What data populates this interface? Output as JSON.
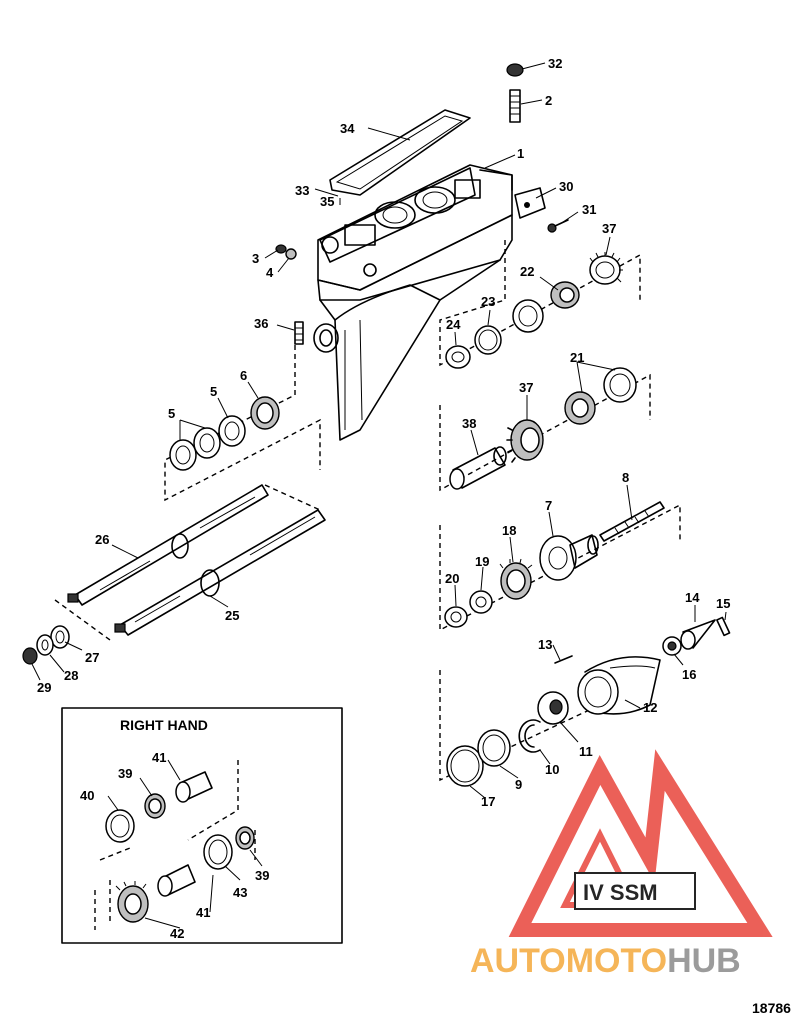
{
  "diagram": {
    "inset_title": "RIGHT HAND",
    "figure_number": "18786",
    "callouts": {
      "c1": "1",
      "c2": "2",
      "c3": "3",
      "c4": "4",
      "c5a": "5",
      "c5b": "5",
      "c6": "6",
      "c7": "7",
      "c8": "8",
      "c9": "9",
      "c10": "10",
      "c11": "11",
      "c12": "12",
      "c13": "13",
      "c14": "14",
      "c15": "15",
      "c16": "16",
      "c17": "17",
      "c18": "18",
      "c19": "19",
      "c20": "20",
      "c21": "21",
      "c22": "22",
      "c23": "23",
      "c24": "24",
      "c25": "25",
      "c26": "26",
      "c27": "27",
      "c28": "28",
      "c29": "29",
      "c30": "30",
      "c31": "31",
      "c32": "32",
      "c33": "33",
      "c34": "34",
      "c35": "35",
      "c36": "36",
      "c37a": "37",
      "c37b": "37",
      "c38": "38",
      "c39a": "39",
      "c39b": "39",
      "c40": "40",
      "c41a": "41",
      "c41b": "41",
      "c42": "42",
      "c43": "43"
    }
  },
  "watermark": {
    "badge": "IV SSM",
    "brand_part1": "AUTOMOTO",
    "brand_part2": "HUB",
    "colors": {
      "red": "#e8453c",
      "orange": "#f4a93b",
      "gray": "#8a8a8a"
    }
  }
}
